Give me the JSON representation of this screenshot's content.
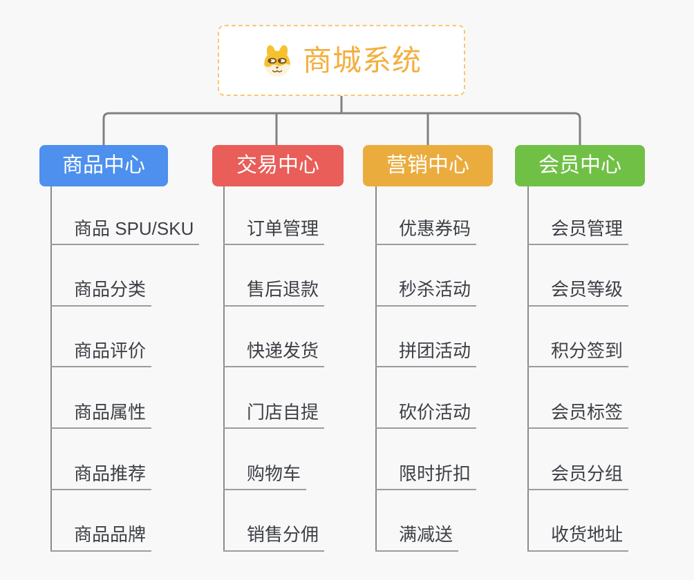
{
  "root": {
    "title": "商城系统",
    "icon": "shiba-dog-icon"
  },
  "branches": [
    {
      "label": "商品中心",
      "color": "#4d90ee",
      "children": [
        "商品 SPU/SKU",
        "商品分类",
        "商品评价",
        "商品属性",
        "商品推荐",
        "商品品牌"
      ]
    },
    {
      "label": "交易中心",
      "color": "#e95e59",
      "children": [
        "订单管理",
        "售后退款",
        "快递发货",
        "门店自提",
        "购物车",
        "销售分佣"
      ]
    },
    {
      "label": "营销中心",
      "color": "#ebac3e",
      "children": [
        "优惠券码",
        "秒杀活动",
        "拼团活动",
        "砍价活动",
        "限时折扣",
        "满减送"
      ]
    },
    {
      "label": "会员中心",
      "color": "#70c046",
      "children": [
        "会员管理",
        "会员等级",
        "积分签到",
        "会员标签",
        "会员分组",
        "收货地址"
      ]
    }
  ],
  "colors": {
    "background": "#f8f8f8",
    "connector": "#808080",
    "trunk": "#8a8a8a",
    "underline": "#9b9b9b",
    "root_text": "#f3af3e",
    "root_border": "#f7c873",
    "child_text": "#3d4046"
  }
}
